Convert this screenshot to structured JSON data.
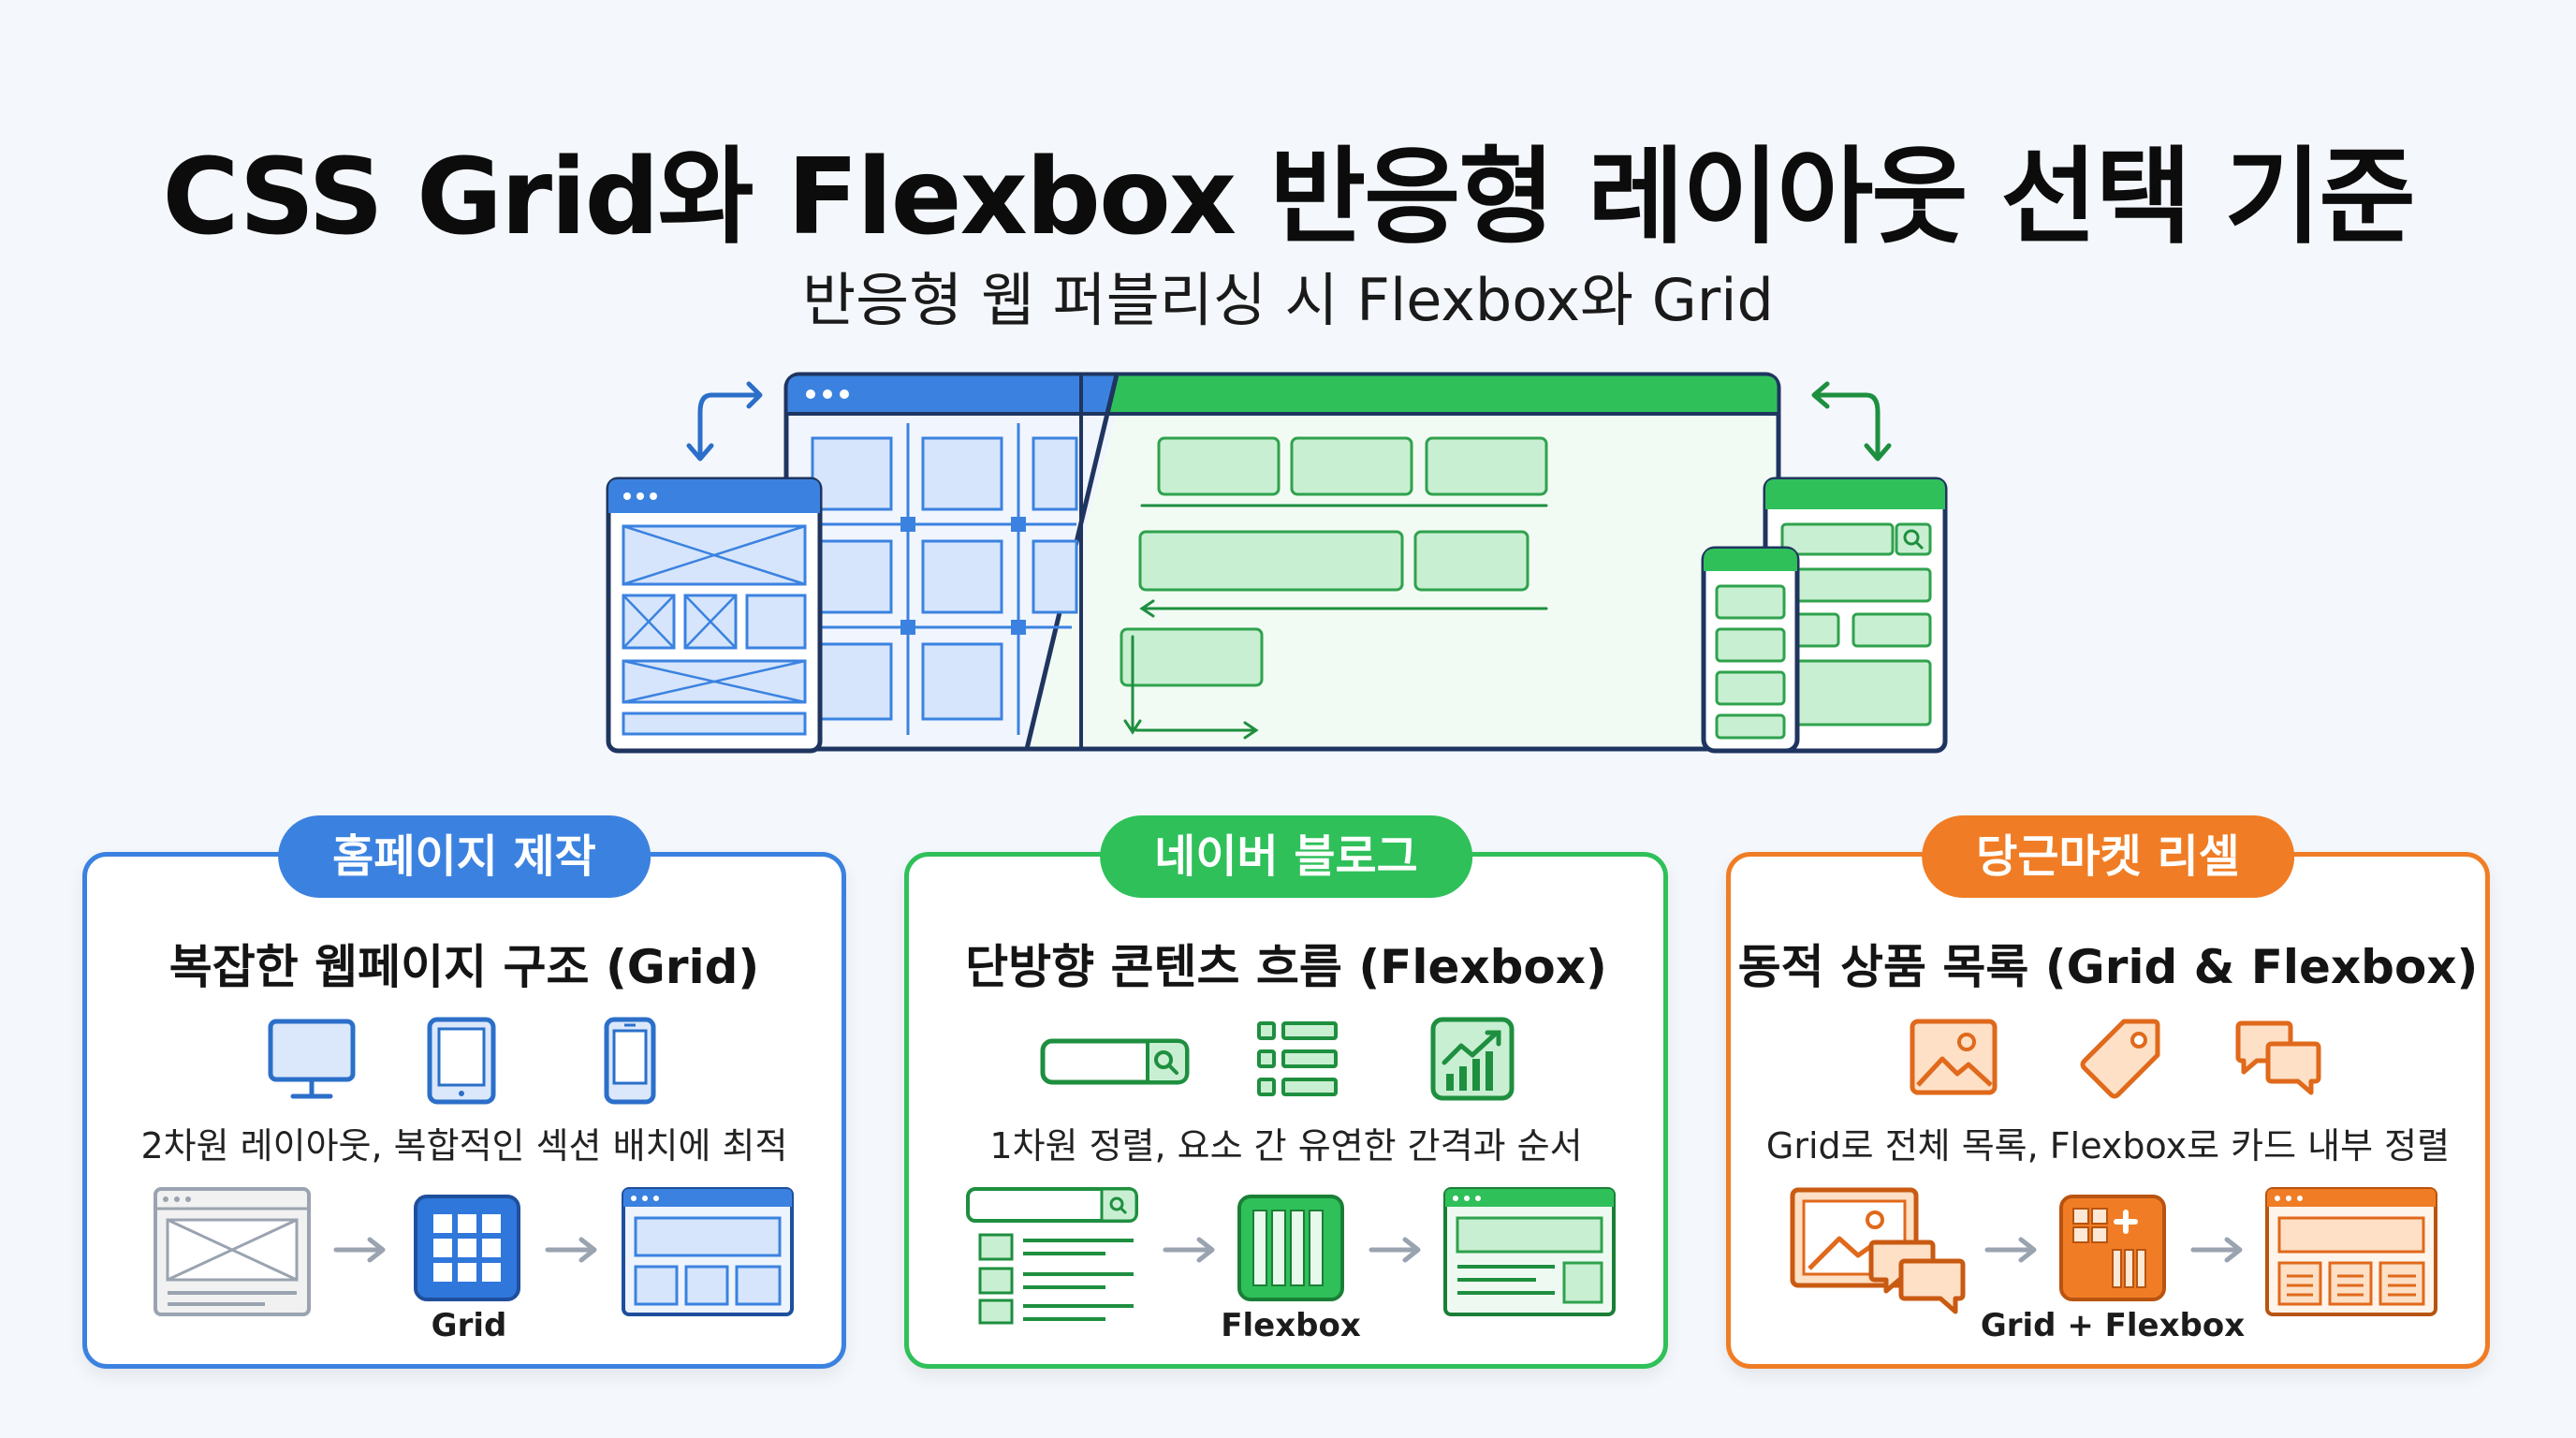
{
  "header": {
    "title": "CSS Grid와 Flexbox 반응형 레이아웃 선택 기준",
    "subtitle": "반응형 웹 퍼블리싱 시 Flexbox와 Grid"
  },
  "colors": {
    "blue": "#3b82e0",
    "green": "#2fc05a",
    "orange": "#f07d25"
  },
  "cards": [
    {
      "tag": "홈페이지 제작",
      "heading": "복잡한 웹페이지 구조 (Grid)",
      "icons": [
        "desktop-icon",
        "tablet-icon",
        "mobile-icon"
      ],
      "description": "2차원 레이아웃, 복합적인 섹션 배치에 최적",
      "flow_label": "Grid"
    },
    {
      "tag": "네이버 블로그",
      "heading": "단방향 콘텐츠 흐름 (Flexbox)",
      "icons": [
        "search-bar-icon",
        "list-icon",
        "chart-icon"
      ],
      "description": "1차원 정렬, 요소 간 유연한 간격과 순서",
      "flow_label": "Flexbox"
    },
    {
      "tag": "당근마켓 리셀",
      "heading": "동적 상품 목록 (Grid & Flexbox)",
      "icons": [
        "image-icon",
        "tag-icon",
        "chat-icon"
      ],
      "description": "Grid로 전체 목록, Flexbox로 카드 내부 정렬",
      "flow_label": "Grid + Flexbox"
    }
  ]
}
